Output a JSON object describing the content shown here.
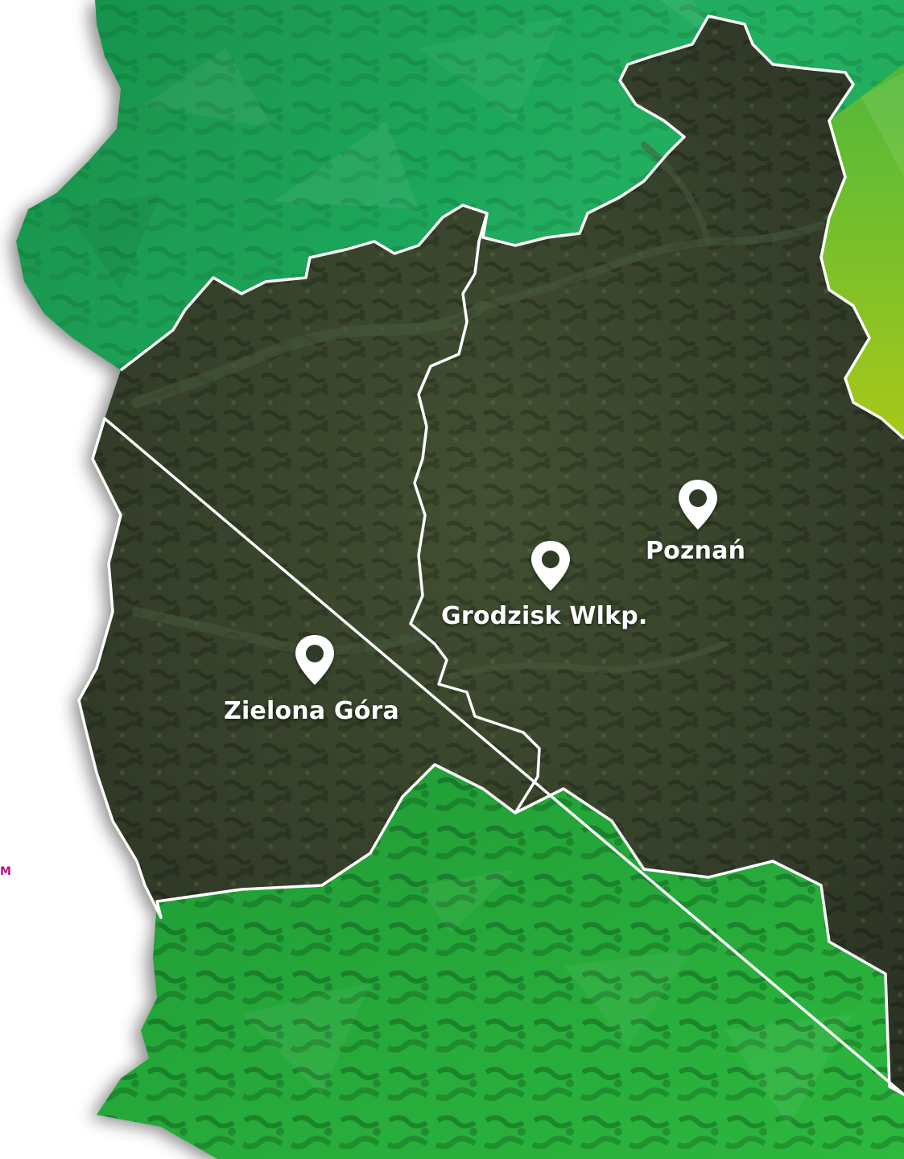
{
  "map": {
    "colors": {
      "terrain_dark": "#2c3424",
      "terrain_mid": "#3f4a30",
      "green_top": "#1fa050",
      "green_top_light": "#2ec06a",
      "green_bottom": "#2aa83a",
      "lime_edge": "#8fc21e",
      "border": "#ffffff",
      "accent": "#b5177f"
    },
    "side_mark": "M",
    "cities": [
      {
        "id": "poznan",
        "name": "Poznań",
        "icon": "map-pin-icon"
      },
      {
        "id": "grodzisk",
        "name": "Grodzisk Wlkp.",
        "icon": "map-pin-icon"
      },
      {
        "id": "zielona-gora",
        "name": "Zielona Góra",
        "icon": "map-pin-icon"
      }
    ]
  }
}
